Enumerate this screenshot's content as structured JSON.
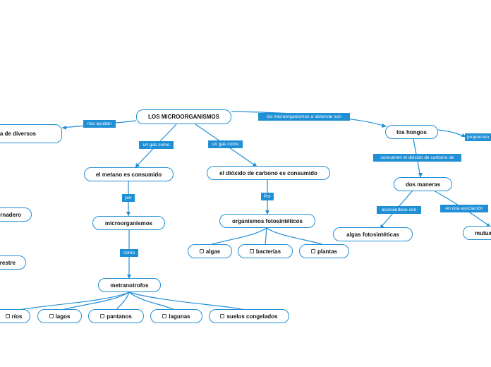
{
  "nodes": {
    "root": "LOS MICROORGANISMOS",
    "diversos": "a de diversos",
    "metano": "el metano es consumido",
    "dioxido": "el dióxido de carbono es consumido",
    "hongos": "los hongos",
    "microorganismos": "microorganismos",
    "fotosinteticos": "organismos fotosintéticos",
    "maneras": "dos maneras",
    "invernadero": "rnadero",
    "terrestre": "restre",
    "metranotrofos": "metranotrofos",
    "algas": "algas",
    "bacterias": "bacterias",
    "plantas": "plantas",
    "algas_fotosinteticas": "algas fotosintéticas",
    "mutua": "mutua",
    "rios": "ríos",
    "lagos": "lagos",
    "pantanos": "pantanos",
    "lagunas": "lagunas",
    "suelos": "suelos congelados"
  },
  "labels": {
    "nos_ayudan": "nos ayudan",
    "observar": "los microorganismos a observar son",
    "un_gas_1": "un gas como",
    "un_gas_2": "un gas como",
    "proporcion": "proporcion",
    "consumen": "consumen el dióxido de carbono de",
    "por": "por",
    "por2": "Por",
    "como": "como",
    "asociandose": "asociándose con",
    "asociacion": "en una asociación"
  },
  "colors": {
    "line": "#1f8fd6",
    "label_bg": "#1f8fd6",
    "node_border": "#1f8fd6"
  }
}
